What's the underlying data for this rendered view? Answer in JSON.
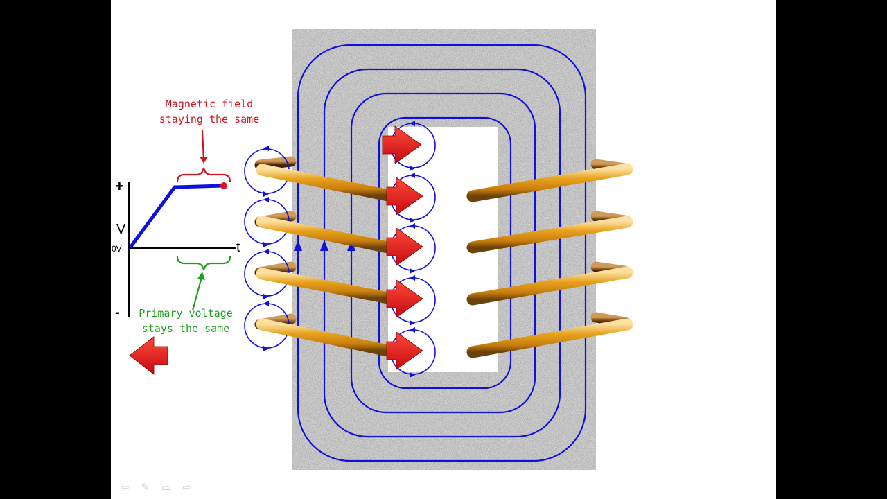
{
  "labels": {
    "magnetic_field": [
      "Magnetic field",
      "staying the same"
    ],
    "primary_voltage": [
      "Primary voltage",
      "stays the same"
    ]
  },
  "graph": {
    "plus": "+",
    "minus": "-",
    "v": "V",
    "zero": "0V",
    "t": "t"
  },
  "nav": {
    "prev_icon": "⇦",
    "pen_icon": "✎",
    "menu_icon": "▭",
    "next_icon": "⇨"
  },
  "colors": {
    "background": "#000000",
    "slide": "#ffffff",
    "field_lines": "#1010dd",
    "copper": "#e8a21c",
    "arrow": "#e0141a",
    "core": "#a6a6a6",
    "annotation_red": "#d0161e",
    "annotation_green": "#1ea01e"
  }
}
